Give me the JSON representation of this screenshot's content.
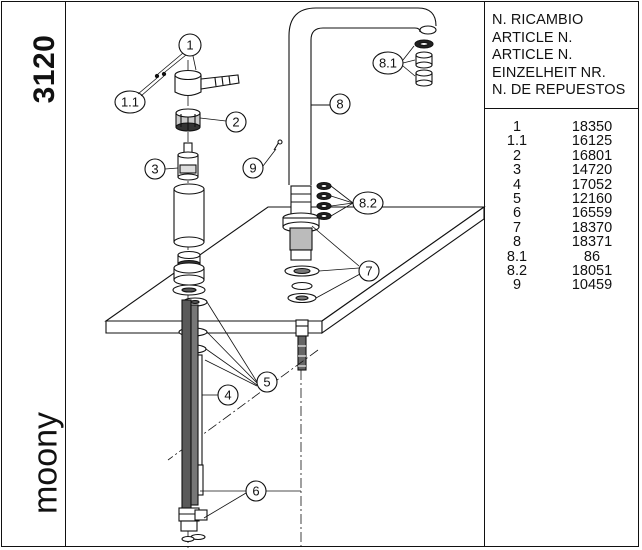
{
  "rail": {
    "code": "3120",
    "model": "moony"
  },
  "table": {
    "header_lines": [
      "N. RICAMBIO",
      "ARTICLE N.",
      "ARTICLE N.",
      "EINZELHEIT NR.",
      "N. DE REPUESTOS"
    ],
    "rows": [
      {
        "n": "1",
        "v": "18350"
      },
      {
        "n": "1.1",
        "v": "16125"
      },
      {
        "n": "2",
        "v": "16801"
      },
      {
        "n": "3",
        "v": "14720"
      },
      {
        "n": "4",
        "v": "17052"
      },
      {
        "n": "5",
        "v": "12160"
      },
      {
        "n": "6",
        "v": "16559"
      },
      {
        "n": "7",
        "v": "18370"
      },
      {
        "n": "8",
        "v": "18371"
      },
      {
        "n": "8.1",
        "v": "86"
      },
      {
        "n": "8.2",
        "v": "18051"
      },
      {
        "n": "9",
        "v": "10459"
      }
    ]
  },
  "callouts": {
    "c1": "1",
    "c11": "1.1",
    "c2": "2",
    "c3": "3",
    "c4": "4",
    "c5": "5",
    "c6": "6",
    "c7": "7",
    "c8": "8",
    "c81": "8.1",
    "c82": "8.2",
    "c9": "9"
  }
}
